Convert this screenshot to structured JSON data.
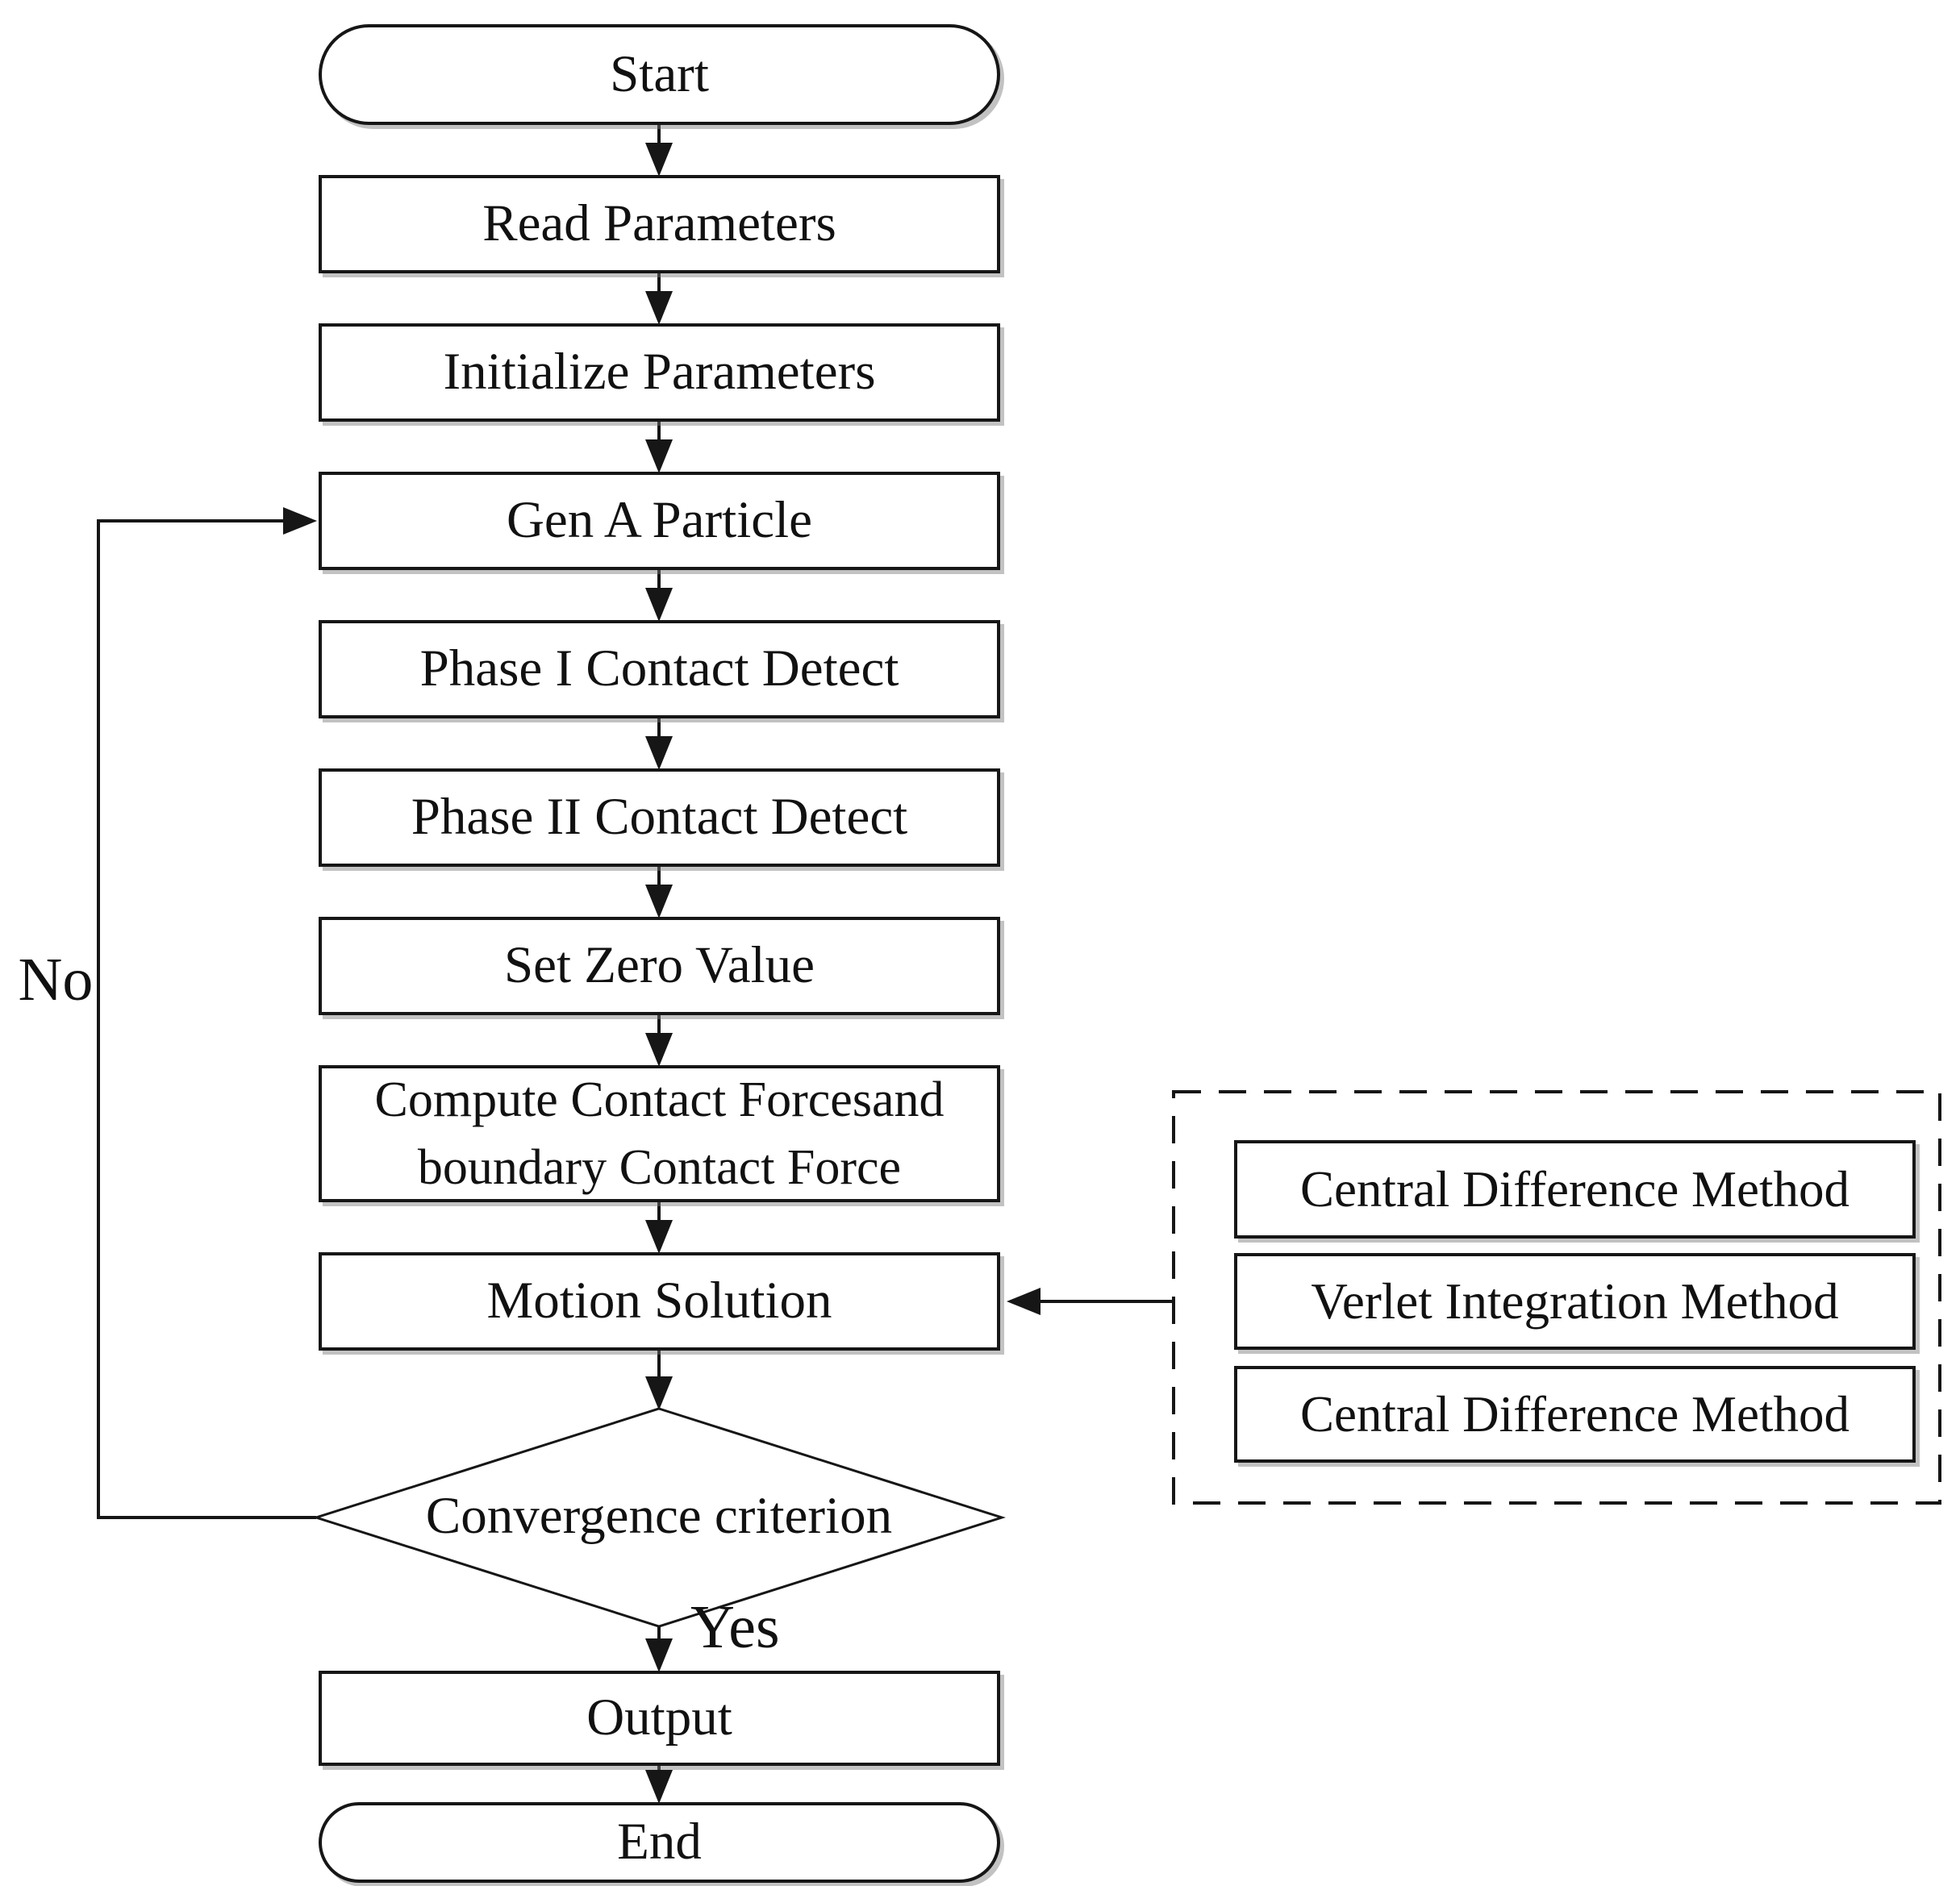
{
  "diagram": {
    "title_hint": "DEM simulation flowchart",
    "nodes": {
      "start": "Start",
      "read_parameters": "Read Parameters",
      "initialize_parameters": "Initialize Parameters",
      "gen_a_particle": "Gen A Particle",
      "phase1_contact_detect": "Phase I Contact Detect",
      "phase2_contact_detect": "Phase II Contact Detect",
      "set_zero_value": "Set Zero Value",
      "compute_line1": "Compute Contact Forcesand",
      "compute_line2": "boundary Contact Force",
      "motion_solution": "Motion Solution",
      "convergence_criterion": "Convergence criterion",
      "output": "Output",
      "end": "End"
    },
    "branch_labels": {
      "no": "No",
      "yes": "Yes"
    },
    "method_panel": [
      "Central Difference Method",
      "Verlet Integration Method",
      "Central Difference Method"
    ],
    "colors": {
      "line": "#161616",
      "node_fill": "#ffffff",
      "shadow": "#787878"
    }
  }
}
